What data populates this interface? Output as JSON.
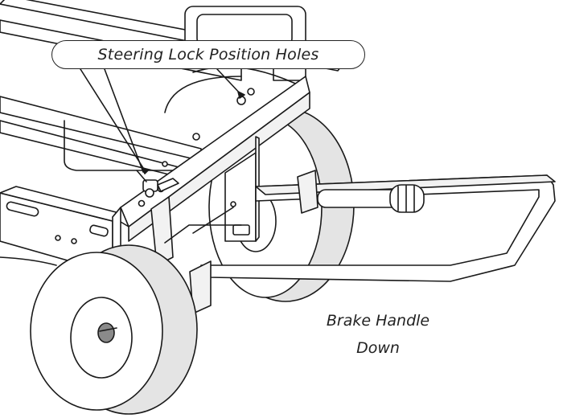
{
  "callout": {
    "label": "Steering Lock Position Holes"
  },
  "annotation": {
    "line1": "Brake Handle",
    "line2": "Down"
  },
  "colors": {
    "stroke": "#1a1a1a",
    "fill": "#ffffff",
    "shade": "#e4e4e4",
    "dark": "#8a8a8a"
  }
}
